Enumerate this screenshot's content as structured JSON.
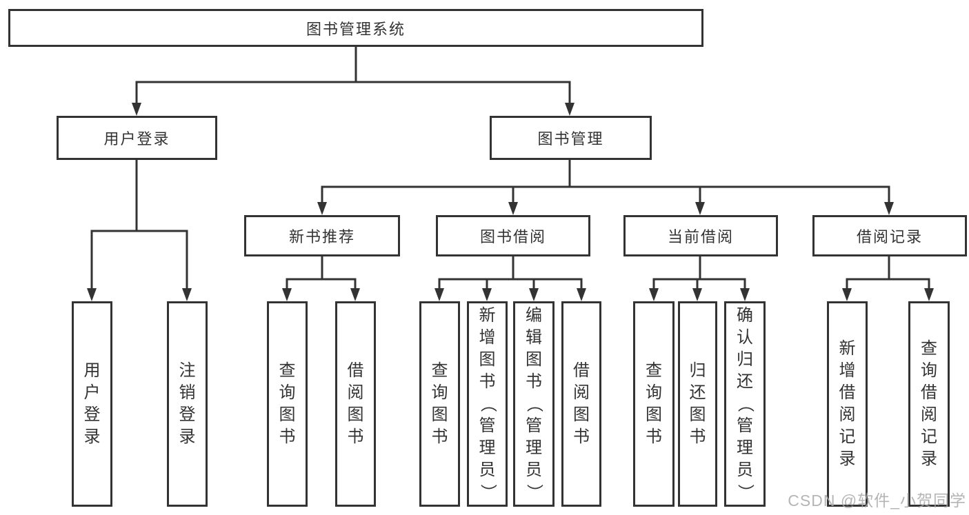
{
  "diagram": {
    "root": {
      "label": "图书管理系统",
      "children": [
        {
          "label": "用户登录",
          "children": [
            {
              "label": "用户登录"
            },
            {
              "label": "注销登录"
            }
          ]
        },
        {
          "label": "图书管理",
          "children": [
            {
              "label": "新书推荐",
              "children": [
                {
                  "label": "查询图书"
                },
                {
                  "label": "借阅图书"
                }
              ]
            },
            {
              "label": "图书借阅",
              "children": [
                {
                  "label": "查询图书"
                },
                {
                  "label": "新增图书（管理员）"
                },
                {
                  "label": "编辑图书（管理员）"
                },
                {
                  "label": "借阅图书"
                }
              ]
            },
            {
              "label": "当前借阅",
              "children": [
                {
                  "label": "查询图书"
                },
                {
                  "label": "归还图书"
                },
                {
                  "label": "确认归还（管理员）"
                }
              ]
            },
            {
              "label": "借阅记录",
              "children": [
                {
                  "label": "新增借阅记录"
                },
                {
                  "label": "查询借阅记录"
                }
              ]
            }
          ]
        }
      ]
    }
  },
  "watermark": "CSDN @软件_小贺同学",
  "colors": {
    "line": "#333333",
    "text": "#333333",
    "background": "#ffffff",
    "watermark": "#a8a8a8"
  }
}
